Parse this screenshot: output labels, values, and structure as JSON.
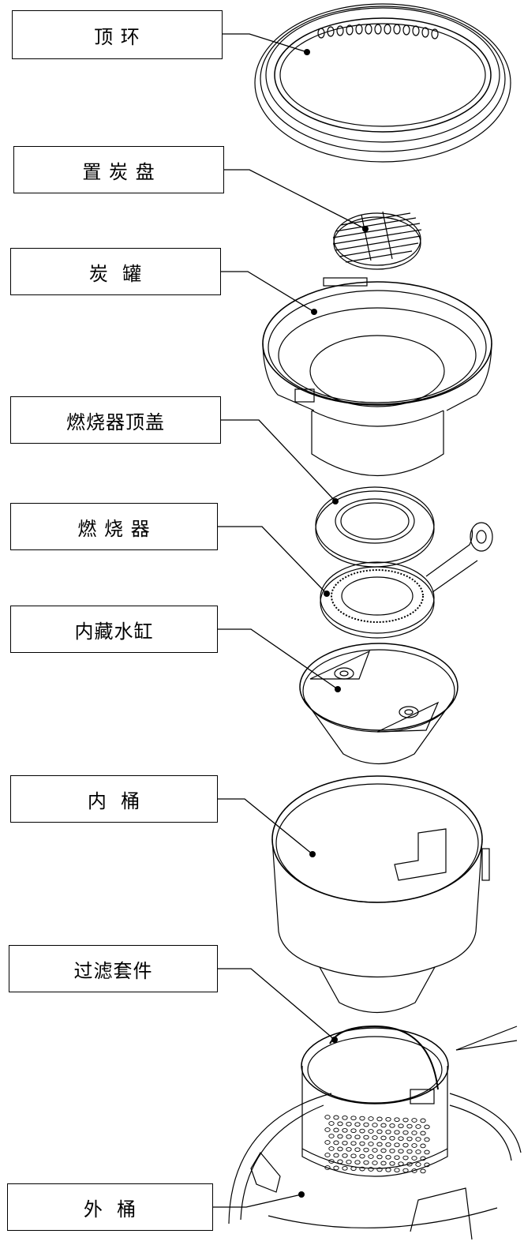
{
  "diagram": {
    "labels": [
      {
        "id": "ding-huan",
        "text": "顶 环"
      },
      {
        "id": "zhi-tan-pan",
        "text": "置 炭 盘"
      },
      {
        "id": "tan-guan",
        "text": "炭  罐"
      },
      {
        "id": "burner-cover",
        "text": "燃烧器顶盖"
      },
      {
        "id": "burner",
        "text": "燃 烧 器"
      },
      {
        "id": "water-tank",
        "text": "内藏水缸"
      },
      {
        "id": "inner-bucket",
        "text": "内  桶"
      },
      {
        "id": "filter-kit",
        "text": "过滤套件"
      },
      {
        "id": "outer-bucket",
        "text": "外  桶"
      }
    ]
  }
}
